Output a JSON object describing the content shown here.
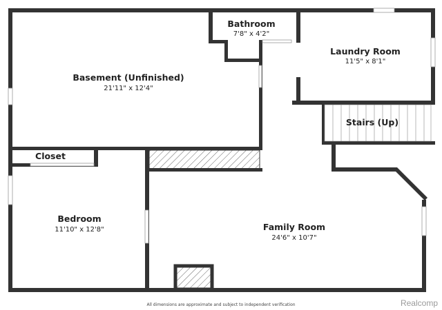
{
  "rooms": [
    {
      "name": "Basement (Unfinished)",
      "dims": "21'11\" x 12'4\""
    },
    {
      "name": "Bathroom",
      "dims": "7'8\" x 4'2\""
    },
    {
      "name": "Laundry Room",
      "dims": "11'5\" x 8'1\""
    },
    {
      "name": "Stairs (Up)",
      "dims": ""
    },
    {
      "name": "Closet",
      "dims": ""
    },
    {
      "name": "Bedroom",
      "dims": "11'10\" x 12'8\""
    },
    {
      "name": "Family Room",
      "dims": "24'6\" x 10'7\""
    }
  ],
  "footer": {
    "disclaimer": "All dimensions are approximate and subject to independent verification",
    "brand": "Realcomp"
  },
  "colors": {
    "wall": "#333333",
    "background": "#ffffff",
    "hatch": "#666666"
  }
}
